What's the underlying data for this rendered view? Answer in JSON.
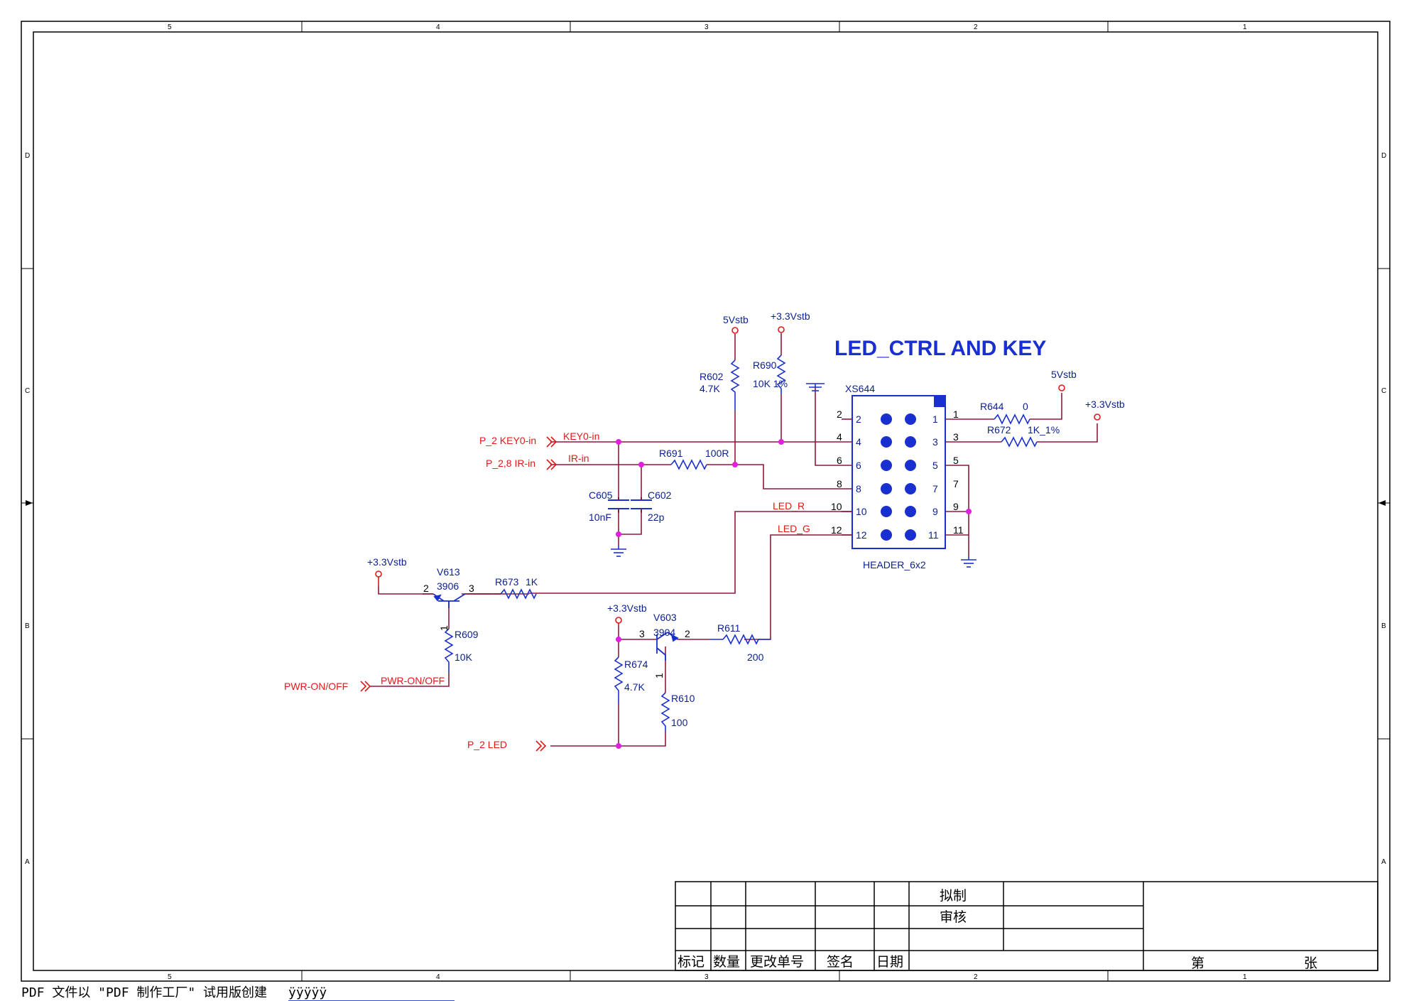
{
  "frame": {
    "zones_top": [
      "5",
      "4",
      "3",
      "2",
      "1"
    ],
    "zones_side": [
      "D",
      "C",
      "B",
      "A"
    ]
  },
  "title": "LED_CTRL AND KEY",
  "header": {
    "ref": "XS644",
    "value": "HEADER_6x2",
    "left_pins": [
      "2",
      "4",
      "6",
      "8",
      "10",
      "12"
    ],
    "right_pins": [
      "1",
      "3",
      "5",
      "7",
      "9",
      "11"
    ],
    "outer_left": [
      "2",
      "4",
      "6",
      "8",
      "10",
      "12"
    ],
    "outer_right": [
      "1",
      "3",
      "5",
      "7",
      "9",
      "11"
    ]
  },
  "rails": {
    "r602_top": "5Vstb",
    "r690_top": "+3.3Vstb",
    "r644_top": "5Vstb",
    "r672_top": "+3.3Vstb",
    "v613_top": "+3.3Vstb",
    "v603_top": "+3.3Vstb"
  },
  "components": {
    "r602": {
      "ref": "R602",
      "value": "4.7K"
    },
    "r690": {
      "ref": "R690",
      "value": "10K 1%"
    },
    "r644": {
      "ref": "R644",
      "value": "0"
    },
    "r672": {
      "ref": "R672",
      "value": "1K_1%"
    },
    "r691": {
      "ref": "R691",
      "value": "100R"
    },
    "c605": {
      "ref": "C605",
      "value": "10nF"
    },
    "c602": {
      "ref": "C602",
      "value": "22p"
    },
    "v613": {
      "ref": "V613",
      "value": "3906"
    },
    "r673": {
      "ref": "R673",
      "value": "1K"
    },
    "r609": {
      "ref": "R609",
      "value": "10K"
    },
    "v603": {
      "ref": "V603",
      "value": "3904"
    },
    "r611": {
      "ref": "R611",
      "value": "200"
    },
    "r674": {
      "ref": "R674",
      "value": "4.7K"
    },
    "r610": {
      "ref": "R610",
      "value": "100"
    }
  },
  "pins": {
    "v613_b": "2",
    "v613_c": "3",
    "v613_e": "1",
    "v603_c": "3",
    "v603_b": "2",
    "v603_e": "1"
  },
  "ports": {
    "key0_ext": "P_2 KEY0-in",
    "key0_net": "KEY0-in",
    "ir_ext": "P_2,8  IR-in",
    "ir_net": "IR-in",
    "pwr_ext": "PWR-ON/OFF",
    "pwr_net": "PWR-ON/OFF",
    "led_ext": "P_2   LED"
  },
  "nets": {
    "led_r": "LED_R",
    "led_g": "LED_G"
  },
  "title_block": {
    "draft": "拟制",
    "review": "审核",
    "mark": "标记",
    "qty": "数量",
    "change": "更改单号",
    "sign": "签名",
    "date": "日期",
    "sheet": "第",
    "sheets": "张"
  },
  "footer": {
    "text": "PDF 文件以 \"PDF 制作工厂\" 试用版创建",
    "link": "ÿÿÿÿÿ"
  },
  "colors": {
    "wire": "#8b1a3a",
    "part": "#1a2fd0",
    "label": "#0a1f8f",
    "net": "#e01818",
    "junction": "#e020e0",
    "rail": "#e01818"
  }
}
